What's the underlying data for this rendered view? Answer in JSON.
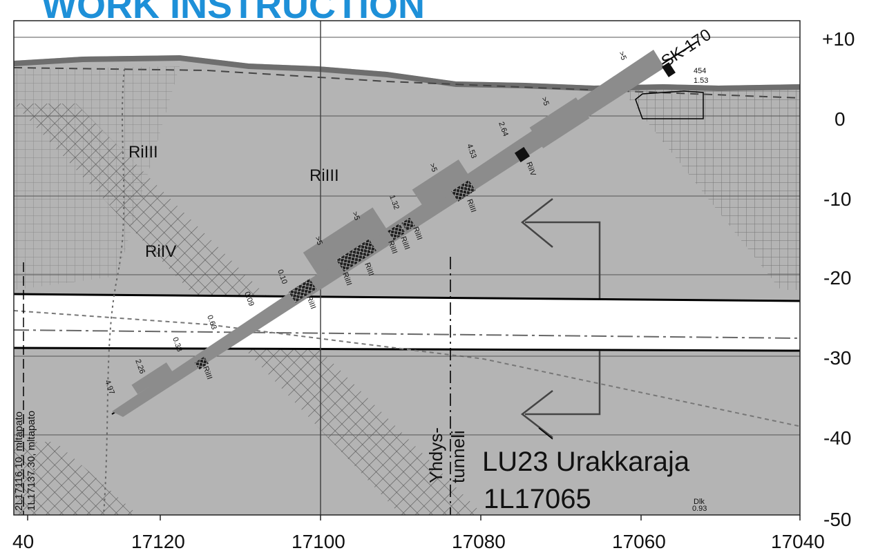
{
  "heading": "WORK INSTRUCTION",
  "y_axis": {
    "ticks": [
      "+10",
      "0",
      "-10",
      "-20",
      "-30",
      "-40",
      "-50"
    ]
  },
  "x_axis": {
    "ticks": [
      "40",
      "17120",
      "17100",
      "17080",
      "17060",
      "17040"
    ]
  },
  "drill_hole": {
    "id": "SK-170",
    "intervals": [
      ">5",
      ">5",
      "2.64",
      "4.53",
      ">5",
      "1.32",
      ">5",
      ">5",
      "0.10",
      "0.09",
      "0.63",
      "0.38",
      "2.26",
      "4.97"
    ],
    "rock_classes": [
      "RiIV",
      "RiIII",
      "RiIII",
      "RiIII",
      "RiIII",
      "RiIII",
      "RiIII",
      "RiIII",
      "RiIII"
    ]
  },
  "zones": {
    "ri3_left": "RiIII",
    "ri3_center": "RiIII",
    "ri4": "RiIV"
  },
  "tunnel": {
    "label_line1": "Yhdys-",
    "label_line2": "tunneli"
  },
  "boundary": {
    "line1": "LU23 Urakkaraja",
    "line2": "1L17065"
  },
  "side_note": {
    "line1": "1L17137.30, mltapato",
    "line2": "2L17116.10, mltapato"
  },
  "point_label": {
    "id": "454",
    "value": "1.53"
  },
  "corner_note": {
    "line1": "Dlk",
    "line2": "0.93"
  },
  "colors": {
    "rock": "#b4b4b4",
    "hatch": "#5a5a5a",
    "tunnel": "#ffffff",
    "drill_band": "#8c8c8c",
    "heading": "#1e90d8"
  }
}
